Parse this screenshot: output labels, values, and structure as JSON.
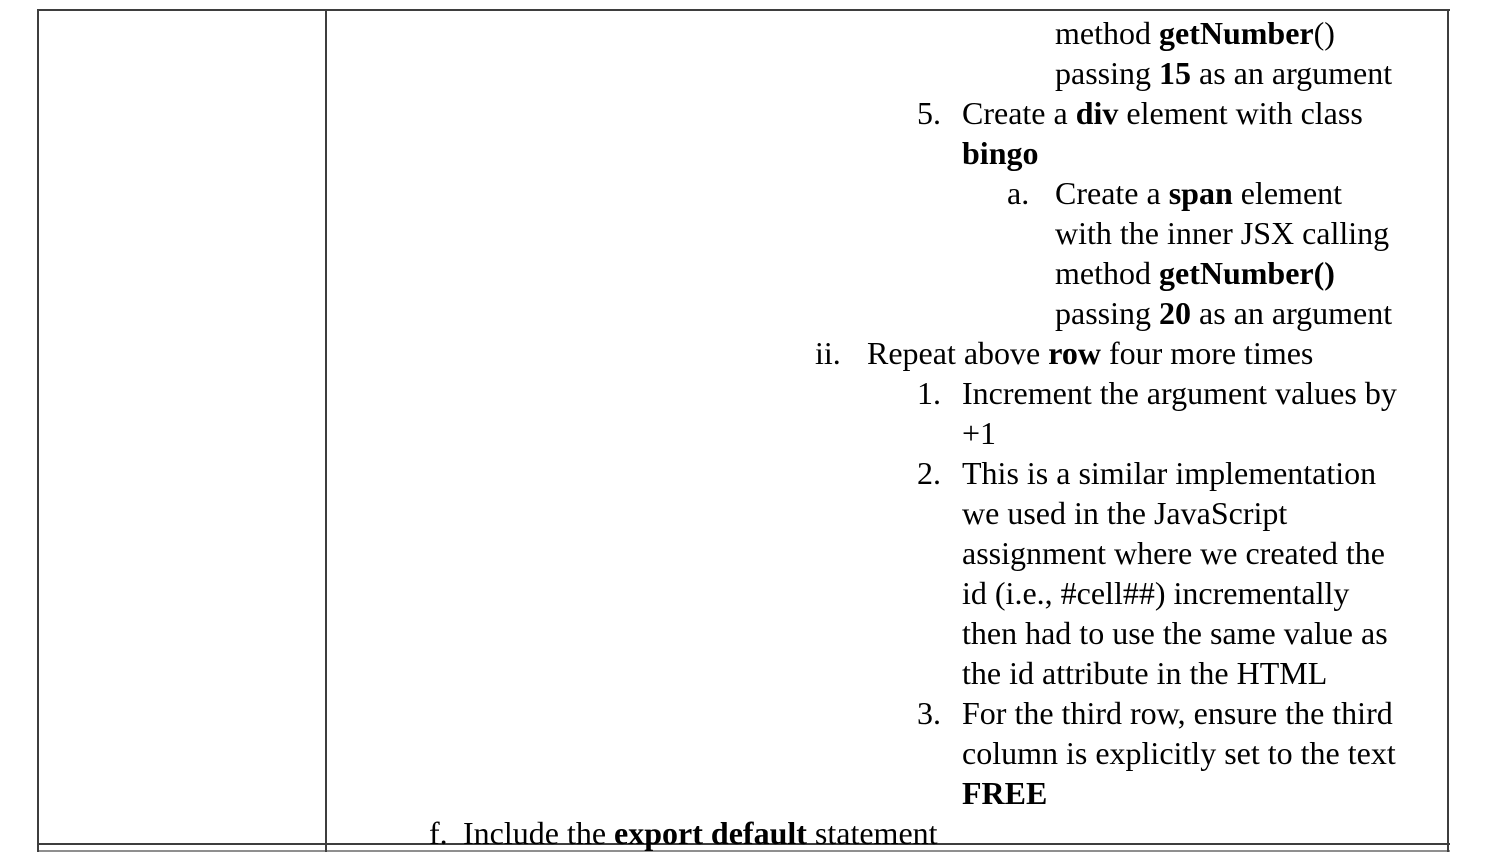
{
  "table": {
    "border_color": "#3e3e3e",
    "columns": 2,
    "left_cell_text": ""
  },
  "content": {
    "lines": [
      {
        "pre": "method ",
        "bold": "getNumber",
        "post": "()"
      },
      {
        "pre": "passing ",
        "bold": "15",
        "post": " as an argument"
      },
      {
        "marker": "5.",
        "pre": "Create a ",
        "bold": "div",
        "post": " element with class"
      },
      {
        "bold": "bingo"
      },
      {
        "marker": "a.",
        "pre": "Create a ",
        "bold": "span",
        "post": " element"
      },
      {
        "pre": "with the inner JSX calling"
      },
      {
        "pre": "method ",
        "bold": "getNumber()"
      },
      {
        "pre": "passing ",
        "bold": "20",
        "post": " as an argument"
      },
      {
        "marker": "ii.",
        "pre": "Repeat above ",
        "bold": "row",
        "post": " four more times"
      },
      {
        "marker": "1.",
        "pre": "Increment the argument values by"
      },
      {
        "pre": "+1"
      },
      {
        "marker": "2.",
        "pre": "This is a similar implementation"
      },
      {
        "pre": "we used in the JavaScript"
      },
      {
        "pre": "assignment where we created the"
      },
      {
        "pre": "id (i.e., #cell##) incrementally"
      },
      {
        "pre": "then had to use the same value as"
      },
      {
        "pre": "the id attribute in the HTML"
      },
      {
        "marker": "3.",
        "pre": "For the third row, ensure the third"
      },
      {
        "pre": "column is explicitly set to the text"
      },
      {
        "bold": "FREE"
      },
      {
        "marker": "f.",
        "pre": "Include the ",
        "bold": "export default",
        "post": " statement"
      }
    ]
  }
}
